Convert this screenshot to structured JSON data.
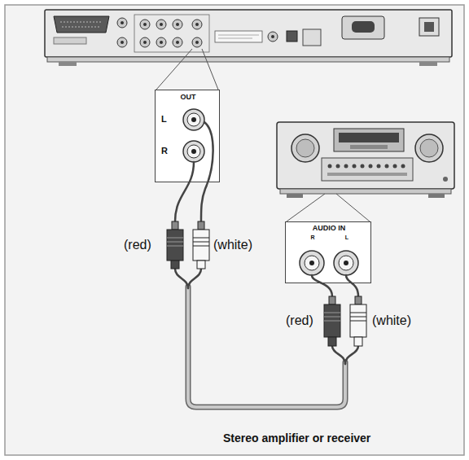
{
  "diagram": {
    "nodes": [
      {
        "text": [
          "OUT",
          "L",
          "R"
        ]
      },
      {
        "text": [
          "AUDIO IN",
          "R",
          "L"
        ]
      }
    ],
    "labels": [
      "(red)",
      "(white)",
      "(red)",
      "(white)",
      "Stereo amplifier or receiver"
    ]
  }
}
